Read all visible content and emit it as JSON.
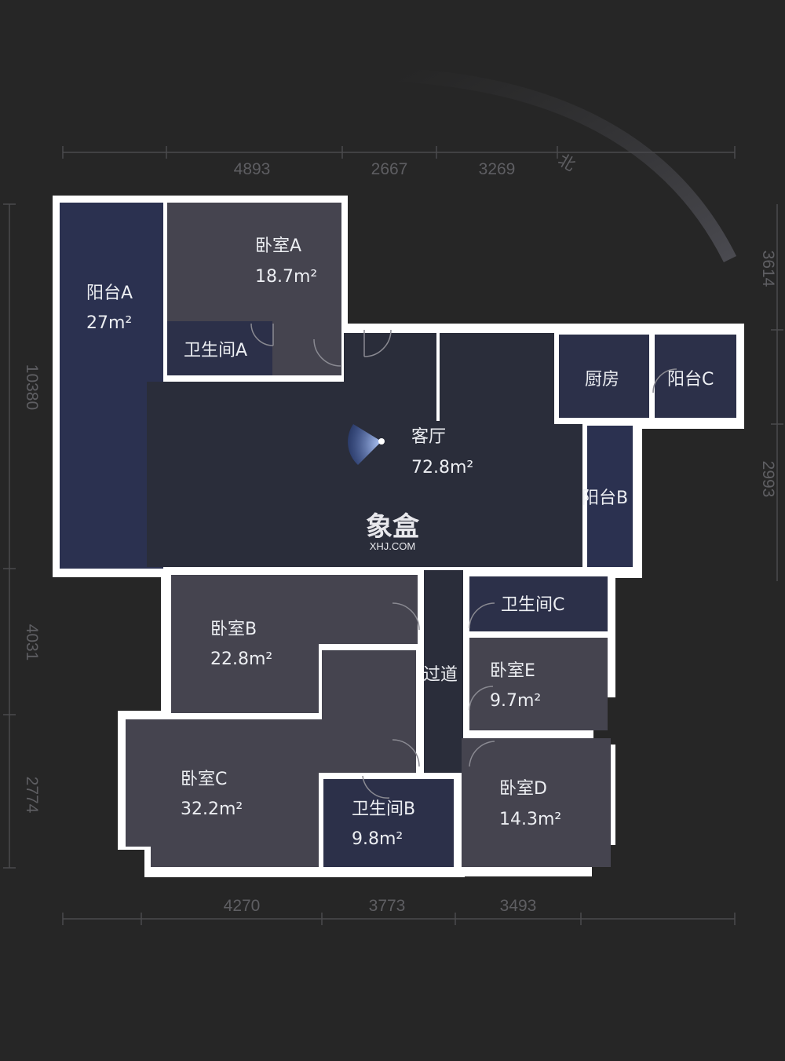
{
  "dimensions": {
    "top": [
      "4893",
      "2667",
      "3269"
    ],
    "bottom": [
      "4270",
      "3773",
      "3493"
    ],
    "left": [
      "10380",
      "4031",
      "2774"
    ],
    "right": [
      "3614",
      "2993"
    ]
  },
  "compass": {
    "north_label": "北"
  },
  "rooms": {
    "balcony_a": {
      "name": "阳台A",
      "area": "27m²"
    },
    "bedroom_a": {
      "name": "卧室A",
      "area": "18.7m²"
    },
    "bathroom_a": {
      "name": "卫生间A"
    },
    "living_room": {
      "name": "客厅",
      "area": "72.8m²"
    },
    "kitchen": {
      "name": "厨房"
    },
    "balcony_c": {
      "name": "阳台C"
    },
    "balcony_b": {
      "name": "阳台B"
    },
    "bedroom_b": {
      "name": "卧室B",
      "area": "22.8m²"
    },
    "corridor": {
      "name": "过道"
    },
    "bathroom_c": {
      "name": "卫生间C"
    },
    "bedroom_e": {
      "name": "卧室E",
      "area": "9.7m²"
    },
    "bedroom_c": {
      "name": "卧室C",
      "area": "32.2m²"
    },
    "bathroom_b": {
      "name": "卫生间B",
      "area": "9.8m²"
    },
    "bedroom_d": {
      "name": "卧室D",
      "area": "14.3m²"
    }
  },
  "watermark": {
    "brand": "象盒",
    "domain": "XHJ.COM"
  },
  "colors": {
    "background": "#262626",
    "wall": "#ffffff",
    "bedroom": "#45444f",
    "balcony": "#2b3150",
    "living": "#2a2d3a",
    "bathroom": "#2c3049",
    "accent": "#6f8fd8"
  }
}
